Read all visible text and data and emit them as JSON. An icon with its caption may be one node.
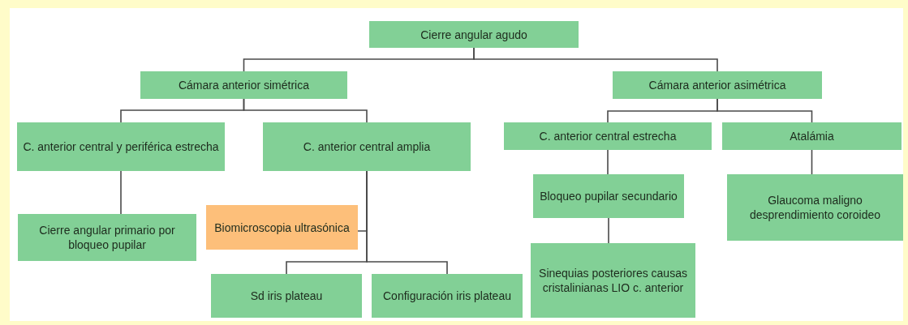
{
  "diagram": {
    "nodes": [
      {
        "text": [
          "Cierre angular agudo"
        ]
      },
      {
        "text": [
          "Cámara anterior simétrica"
        ]
      },
      {
        "text": [
          "Cámara anterior asimétrica"
        ]
      },
      {
        "text": [
          "C. anterior central y periférica estrecha"
        ]
      },
      {
        "text": [
          "C. anterior central amplia"
        ]
      },
      {
        "text": [
          "C. anterior central estrecha"
        ]
      },
      {
        "text": [
          "Atalámia"
        ]
      },
      {
        "text": [
          "Cierre angular primario por bloqueo pupilar"
        ]
      },
      {
        "text": [
          "Biomicroscopia ultrasónica"
        ]
      },
      {
        "text": [
          "Sd iris plateau"
        ]
      },
      {
        "text": [
          "Configuración iris plateau"
        ]
      },
      {
        "text": [
          "Bloqueo pupilar secundario"
        ]
      },
      {
        "text": [
          "Glaucoma maligno desprendimiento coroideo"
        ]
      },
      {
        "text": [
          "Sinequias posteriores causas cristalinianas LIO c. anterior"
        ]
      }
    ],
    "edges": [
      {
        "from": 0,
        "to": 1,
        "arrow": "none"
      },
      {
        "from": 0,
        "to": 2,
        "arrow": "none"
      },
      {
        "from": 1,
        "to": 3,
        "arrow": "none"
      },
      {
        "from": 1,
        "to": 4,
        "arrow": "none"
      },
      {
        "from": 2,
        "to": 5,
        "arrow": "none"
      },
      {
        "from": 2,
        "to": 6,
        "arrow": "none"
      },
      {
        "from": 3,
        "to": 7,
        "arrow": "none"
      },
      {
        "from": 4,
        "to": 8,
        "arrow": "none"
      },
      {
        "from": 4,
        "to": 9,
        "arrow": "none"
      },
      {
        "from": 4,
        "to": 10,
        "arrow": "none"
      },
      {
        "from": 5,
        "to": 11,
        "arrow": "none"
      },
      {
        "from": 11,
        "to": 13,
        "arrow": "none"
      },
      {
        "from": 6,
        "to": 12,
        "arrow": "none"
      }
    ]
  }
}
